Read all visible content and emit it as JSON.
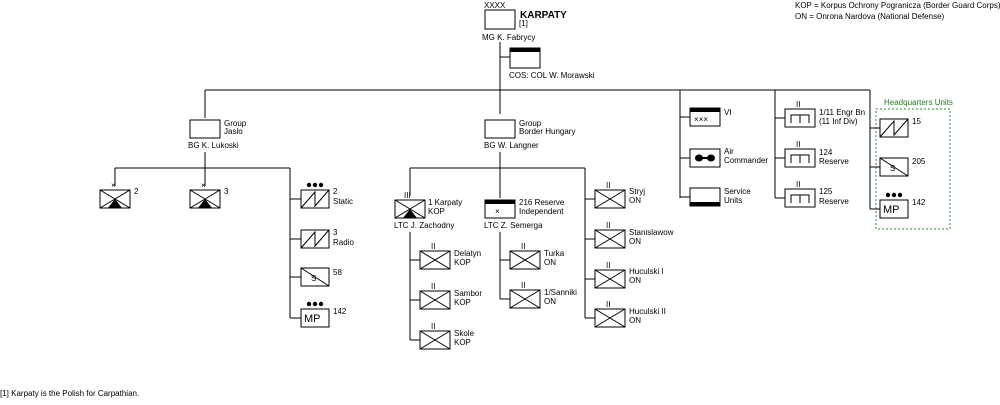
{
  "legend": {
    "kop": "KOP = Korpus Ochrony Pogranicza (Border Guard Corps)",
    "on": "ON = Onrona Nardova  (National Defense)"
  },
  "army": {
    "echelon": "XXXX",
    "name": "KARPATY",
    "ref": "[1]",
    "commander": "MG  K. Fabrycy"
  },
  "cos": {
    "label": "COS:  COL  W. Morawski"
  },
  "groups": {
    "jaslo": {
      "name1": "Group",
      "name2": "Jaslo",
      "commander": "BG  K. Lukoski"
    },
    "hungary": {
      "name1": "Group",
      "name2": "Border Hungary",
      "commander": "BG  W. Langner"
    }
  },
  "jaslo_units": {
    "u2": "2",
    "u3": "3",
    "static_num": "2",
    "static_lbl": "Static",
    "radio_num": "3",
    "radio_lbl": "Radio",
    "s58": "58",
    "s_letter": "S",
    "mp142": "142",
    "mp_letter": "MP"
  },
  "hungary_units": {
    "karpaty1": {
      "line1": "1 Karpaty",
      "line2": "KOP",
      "commander": "LTC  J. Zachodny"
    },
    "res216": {
      "line1": "216 Reserve",
      "line2": "Independent",
      "commander": "LTC  Z. Semerga"
    },
    "delatyn": {
      "line1": "Delatyn",
      "line2": "KOP"
    },
    "sambor": {
      "line1": "Sambor",
      "line2": "KOP"
    },
    "skole": {
      "line1": "Skole",
      "line2": "KOP"
    },
    "turka": {
      "line1": "Turka",
      "line2": "ON"
    },
    "sanniki": {
      "line1": "1/Sanniki",
      "line2": "ON"
    },
    "stryj": {
      "line1": "Stryj",
      "line2": "ON"
    },
    "stanislawow": {
      "line1": "Stanislawow",
      "line2": "ON"
    },
    "huculski1": {
      "line1": "Huculski I",
      "line2": "ON"
    },
    "huculski2": {
      "line1": "Huculski II",
      "line2": "ON"
    }
  },
  "army_units": {
    "vi": "VI",
    "air1": "Air",
    "air2": "Commander",
    "svc1": "Service",
    "svc2": "Units"
  },
  "engineers": {
    "e1_1": "1/11 Engr Bn",
    "e1_2": "(11 Inf Div)",
    "e2_1": "124",
    "e2_2": "Reserve",
    "e3_1": "125",
    "e3_2": "Reserve"
  },
  "hq": {
    "title": "Headquarters Units",
    "u15": "15",
    "u205": "205",
    "s_letter": "S",
    "u142": "142",
    "mp_letter": "MP"
  },
  "footnote": "[1] Karpaty is the Polish for Carpathian."
}
